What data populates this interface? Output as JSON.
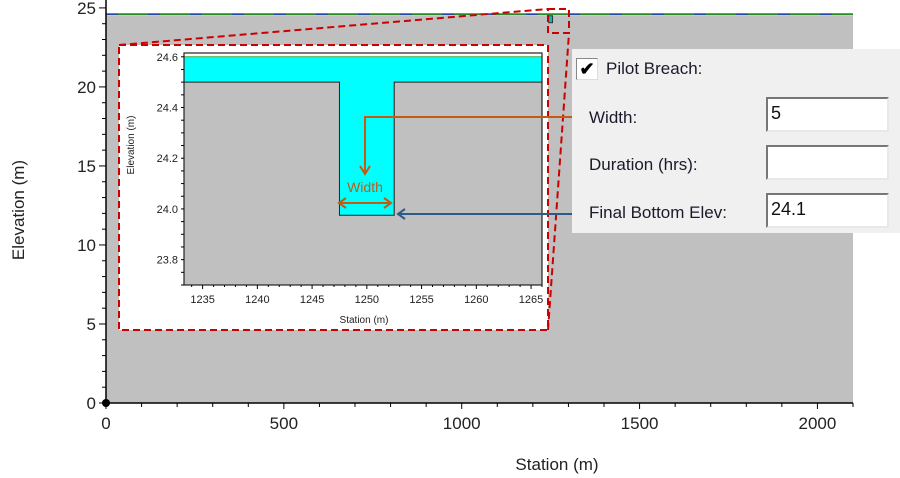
{
  "chart_data": {
    "type": "area",
    "main": {
      "xlabel": "Station (m)",
      "ylabel": "Elevation (m)",
      "xlim": [
        0,
        2100
      ],
      "ylim": [
        0,
        25.5
      ],
      "xticks": [
        0,
        500,
        1000,
        1500,
        2000
      ],
      "yticks": [
        0,
        5,
        10,
        15,
        20,
        25
      ],
      "ground_elevation": 24.5,
      "water_elevation": 24.6,
      "breach_station": 1250
    },
    "inset": {
      "xlabel": "Station (m)",
      "ylabel": "Elevation (m)",
      "xlim": [
        1233.3,
        1266
      ],
      "ylim": [
        23.7,
        24.615
      ],
      "xticks": [
        1235,
        1240,
        1245,
        1250,
        1255,
        1260,
        1265
      ],
      "yticks": [
        "23.8",
        "24.0",
        "24.2",
        "24.4",
        "24.6"
      ],
      "ground_elevation": 24.5,
      "water_elevation": 24.6,
      "breach_left": 1247.5,
      "breach_right": 1252.5,
      "breach_bottom": 23.975,
      "annotation": "Width"
    }
  },
  "panel": {
    "pilot_breach_label": "Pilot Breach:",
    "pilot_breach_checked": true,
    "check_mark": "✔",
    "width_label": "Width:",
    "width_value": "5",
    "duration_label": "Duration (hrs):",
    "duration_value": "",
    "final_bottom_label": "Final Bottom Elev:",
    "final_bottom_value": "24.1"
  },
  "colors": {
    "ground": "#c0c0c0",
    "water": "#00ffff",
    "callout": "#cc0000",
    "width_arrow": "#c55a11",
    "elev_arrow": "#2e5a87"
  }
}
